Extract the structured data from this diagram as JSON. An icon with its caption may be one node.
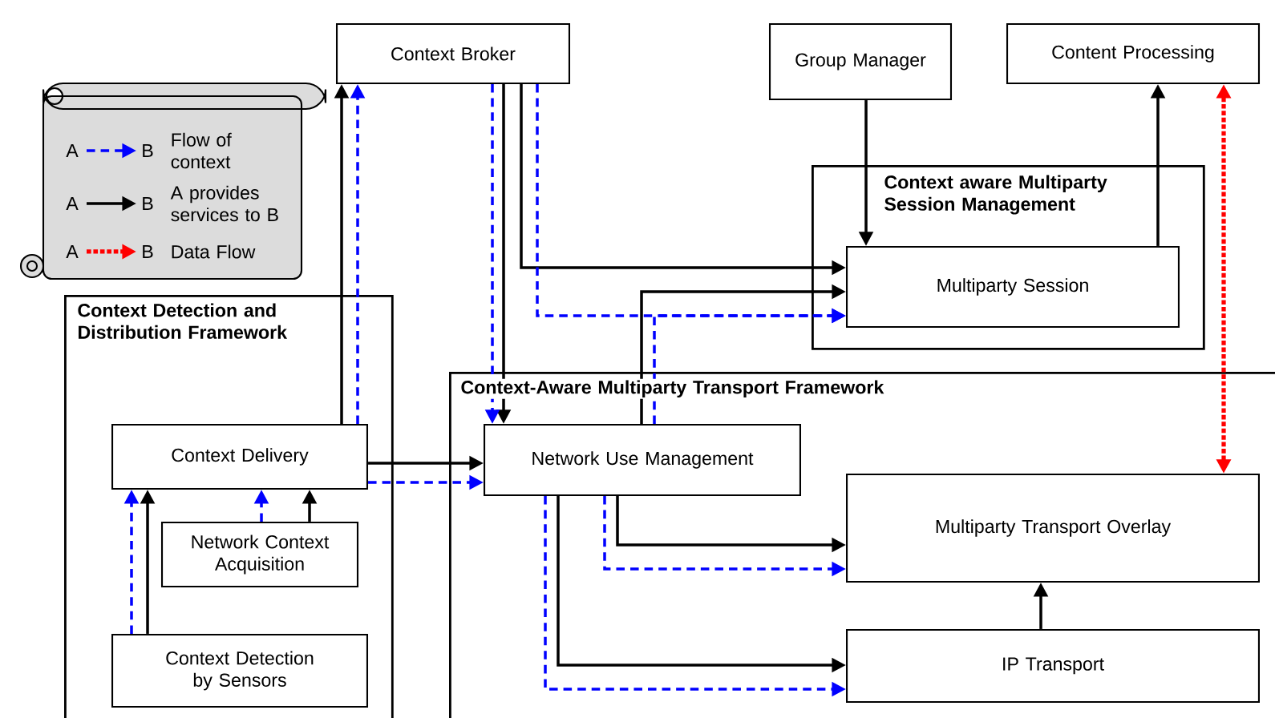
{
  "diagram": {
    "nodes": [
      {
        "text": [
          "Context Broker"
        ]
      },
      {
        "text": [
          "Group Manager"
        ]
      },
      {
        "text": [
          "Content Processing"
        ]
      },
      {
        "text": [
          "Context aware Multiparty Session Management"
        ]
      },
      {
        "text": [
          "Multiparty Session"
        ],
        "in": 3
      },
      {
        "text": [
          "Context Detection and Distribution Framework"
        ]
      },
      {
        "text": [
          "Context Delivery"
        ],
        "in": 5
      },
      {
        "text": [
          "Network Context Acquisition"
        ],
        "in": 5
      },
      {
        "text": [
          "Context Detection by Sensors"
        ],
        "in": 5
      },
      {
        "text": [
          "Context-Aware Multiparty Transport Framework"
        ]
      },
      {
        "text": [
          "Network Use Management"
        ],
        "in": 9
      },
      {
        "text": [
          "Multiparty Transport Overlay"
        ],
        "in": 9
      },
      {
        "text": [
          "IP Transport"
        ],
        "in": 9
      }
    ],
    "edges": [
      {
        "from": 6,
        "to": 0,
        "arrow": "to"
      },
      {
        "from": 6,
        "to": 0,
        "arrow": "to",
        "style": "dashed",
        "color": "#0000ff"
      },
      {
        "from": 0,
        "to": 10,
        "arrow": "to"
      },
      {
        "from": 0,
        "to": 10,
        "arrow": "to",
        "style": "dashed",
        "color": "#0000ff"
      },
      {
        "from": 0,
        "to": 4,
        "arrow": "to"
      },
      {
        "from": 0,
        "to": 4,
        "arrow": "to",
        "style": "dashed",
        "color": "#0000ff"
      },
      {
        "from": 10,
        "to": 4,
        "arrow": "to"
      },
      {
        "from": 10,
        "to": 4,
        "arrow": "to",
        "style": "dashed",
        "color": "#0000ff"
      },
      {
        "from": 1,
        "to": 4,
        "arrow": "to"
      },
      {
        "from": 4,
        "to": 2,
        "arrow": "to"
      },
      {
        "from": 2,
        "to": 11,
        "arrow": "both",
        "style": "dashed",
        "color": "#ff0000"
      },
      {
        "from": 6,
        "to": 10,
        "arrow": "to"
      },
      {
        "from": 6,
        "to": 10,
        "arrow": "to",
        "style": "dashed",
        "color": "#0000ff"
      },
      {
        "from": 10,
        "to": 11,
        "arrow": "to"
      },
      {
        "from": 10,
        "to": 11,
        "arrow": "to",
        "style": "dashed",
        "color": "#0000ff"
      },
      {
        "from": 10,
        "to": 12,
        "arrow": "to"
      },
      {
        "from": 10,
        "to": 12,
        "arrow": "to",
        "style": "dashed",
        "color": "#0000ff"
      },
      {
        "from": 12,
        "to": 11,
        "arrow": "to"
      },
      {
        "from": 7,
        "to": 6,
        "arrow": "to"
      },
      {
        "from": 7,
        "to": 6,
        "arrow": "to",
        "style": "dashed",
        "color": "#0000ff"
      },
      {
        "from": 8,
        "to": 6,
        "arrow": "to"
      },
      {
        "from": 8,
        "to": 6,
        "arrow": "to",
        "style": "dashed",
        "color": "#0000ff"
      }
    ],
    "labels": [
      "A",
      "B",
      "A",
      "B",
      "A",
      "B"
    ],
    "legend": [
      {
        "text": "Flow of context"
      },
      {
        "text": "A provides services to B"
      },
      {
        "text": "Data Flow"
      }
    ]
  }
}
